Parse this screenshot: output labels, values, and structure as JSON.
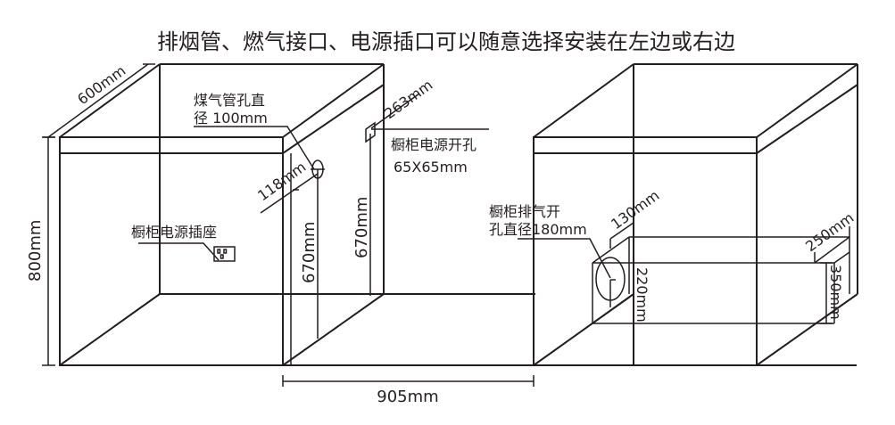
{
  "title": "排烟管、燃气接口、电源插口可以随意选择安装在左边或右边",
  "colors": {
    "line": "#231f20",
    "background": "#ffffff"
  },
  "left_cabinet": {
    "depth_label": "600mm",
    "height_label": "800mm",
    "socket_label": "橱柜电源插座",
    "socket_icon": "power-socket-icon"
  },
  "middle_cabinet": {
    "gas_hole_label_line1": "煤气管孔直",
    "gas_hole_label_line2": "径 100mm",
    "gas_hole_depth_label": "118mm",
    "gas_hole_height_label": "670mm",
    "power_hole_depth_label": "263mm",
    "power_hole_label": "橱柜电源开孔",
    "power_hole_size": "65X65mm",
    "power_hole_height_label": "670mm",
    "width_label": "905mm"
  },
  "right_cabinet": {
    "exhaust_label_line1": "橱柜排气开",
    "exhaust_label_line2": "孔直径180mm",
    "exhaust_depth_label": "130mm",
    "exhaust_height_label": "220mm",
    "box_depth_label": "250mm",
    "box_height_label": "350mm"
  }
}
